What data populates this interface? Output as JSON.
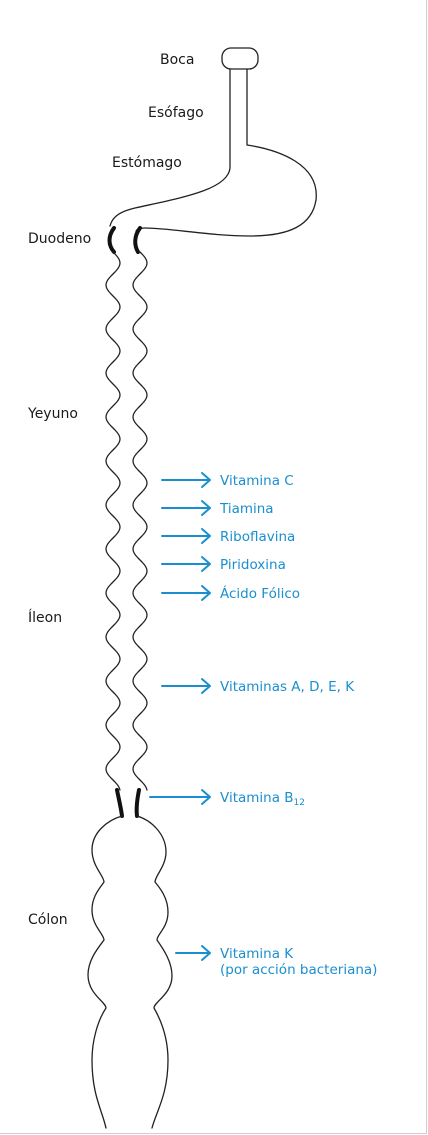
{
  "organs": {
    "boca": "Boca",
    "esofago": "Esófago",
    "estomago": "Estómago",
    "duodeno": "Duodeno",
    "yeyuno": "Yeyuno",
    "ileon": "Íleon",
    "colon": "Cólon"
  },
  "vitamins": {
    "c": "Vitamina C",
    "tiamina": "Tiamina",
    "riboflavina": "Riboflavina",
    "piridoxina": "Piridoxina",
    "acido_folico": "Ácido Fólico",
    "adek": "Vitaminas A, D, E, K",
    "b12_base": "Vitamina B",
    "b12_sub": "12",
    "k_line1": "Vitamina K",
    "k_line2": "(por acción bacteriana)"
  },
  "colors": {
    "arrow": "#1a8fd0",
    "outline": "#222222"
  }
}
